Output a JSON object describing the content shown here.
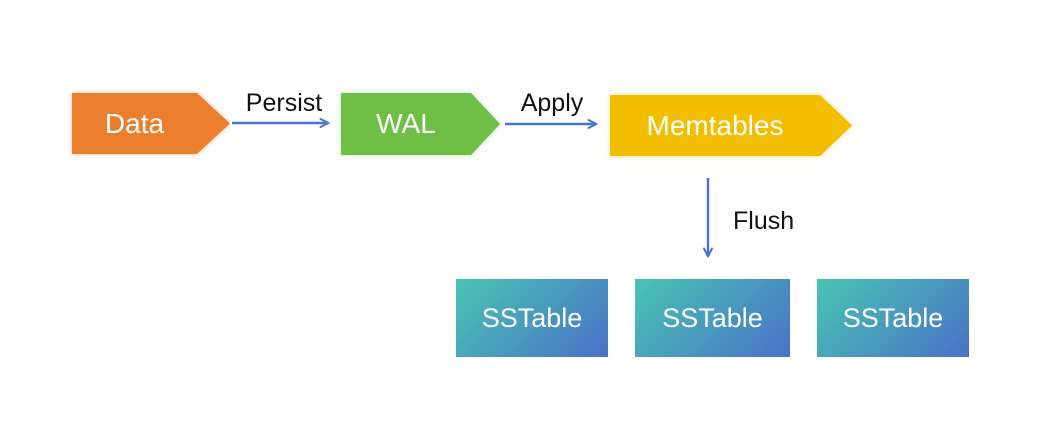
{
  "diagram": {
    "background": "#ffffff",
    "arrow_color": "#4676CC",
    "edge_label_color": "#111111",
    "nodes": {
      "data": {
        "label": "Data",
        "fill": "#EC7F2E",
        "shape": "right-arrow-pentagon",
        "text_color": "#ffffff"
      },
      "wal": {
        "label": "WAL",
        "fill": "#6FBE45",
        "shape": "right-arrow-pentagon",
        "text_color": "#ffffff"
      },
      "memtables": {
        "label": "Memtables",
        "fill": "#F4BE00",
        "shape": "right-arrow-pentagon",
        "text_color": "#ffffff"
      },
      "sstables": [
        {
          "label": "SSTable"
        },
        {
          "label": "SSTable"
        },
        {
          "label": "SSTable"
        }
      ]
    },
    "sstable_gradient": {
      "from": "#48C4B2",
      "to": "#4A72C8",
      "direction": "top-left to bottom-right"
    },
    "edges": {
      "persist": {
        "label": "Persist",
        "from": "Data",
        "to": "WAL",
        "direction": "right"
      },
      "apply": {
        "label": "Apply",
        "from": "WAL",
        "to": "Memtables",
        "direction": "right"
      },
      "flush": {
        "label": "Flush",
        "from": "Memtables",
        "to": "SSTable row",
        "direction": "down"
      }
    }
  }
}
